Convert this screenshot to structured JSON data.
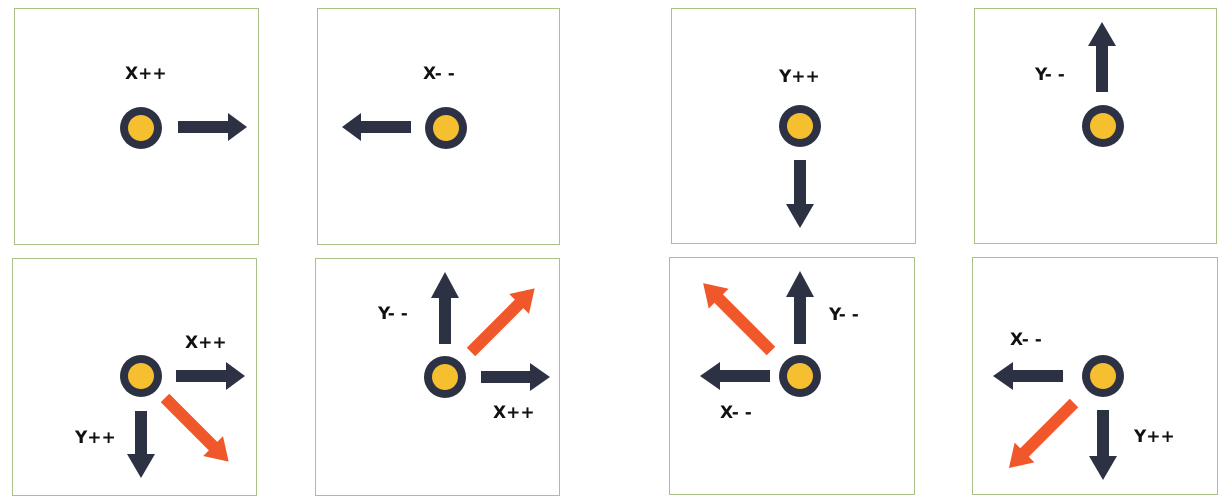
{
  "colors": {
    "arrow_dark": "#2c3243",
    "arrow_diagonal": "#f0572a",
    "dot_fill": "#f6bf2f",
    "dot_ring": "#2c3243",
    "panel_border": "#a9c08a"
  },
  "panels": [
    {
      "labels": [
        "X++"
      ],
      "arrows": [
        "right"
      ]
    },
    {
      "labels": [
        "X- -"
      ],
      "arrows": [
        "left"
      ]
    },
    {
      "labels": [
        "Y++"
      ],
      "arrows": [
        "down"
      ]
    },
    {
      "labels": [
        "Y- -"
      ],
      "arrows": [
        "up"
      ]
    },
    {
      "labels": [
        "X++",
        "Y++"
      ],
      "arrows": [
        "right",
        "down",
        "down-right-diagonal"
      ]
    },
    {
      "labels": [
        "Y- -",
        "X++"
      ],
      "arrows": [
        "up",
        "right",
        "up-right-diagonal"
      ]
    },
    {
      "labels": [
        "Y- -",
        "X- -"
      ],
      "arrows": [
        "up",
        "left",
        "up-left-diagonal"
      ]
    },
    {
      "labels": [
        "X- -",
        "Y++"
      ],
      "arrows": [
        "left",
        "down",
        "down-left-diagonal"
      ]
    }
  ]
}
